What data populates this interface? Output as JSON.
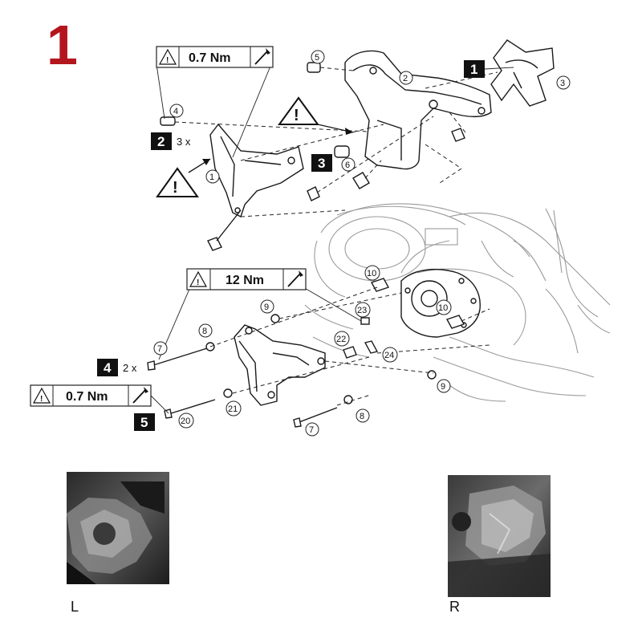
{
  "figure_number": "1",
  "torque_labels": {
    "top": "0.7 Nm",
    "middle": "12 Nm",
    "left": "0.7 Nm"
  },
  "steps": {
    "s1": "1",
    "s2": "2",
    "s3": "3",
    "s4": "4",
    "s5": "5"
  },
  "quantities": {
    "q2": "3 x",
    "q4": "2 x"
  },
  "part_callouts": [
    "1",
    "2",
    "3",
    "4",
    "5",
    "6",
    "7",
    "7",
    "8",
    "8",
    "9",
    "9",
    "10",
    "10",
    "20",
    "21",
    "22",
    "23",
    "24"
  ],
  "photo_labels": {
    "left": "L",
    "right": "R"
  }
}
